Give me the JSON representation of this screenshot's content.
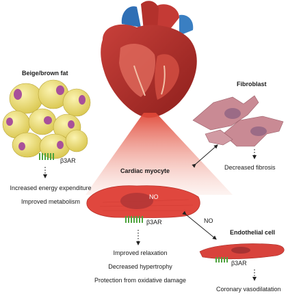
{
  "labels": {
    "fat_title": "Beige/brown fat",
    "fat_receptor": "β3AR",
    "fat_effects": [
      "Increased energy expenditure",
      "Improved metabolism"
    ],
    "fibroblast_title": "Fibroblast",
    "fibroblast_effect": "Decreased fibrosis",
    "myocyte_title": "Cardiac myocyte",
    "myocyte_no": "NO",
    "myocyte_receptor": "β3AR",
    "myocyte_effects": [
      "Improved relaxation",
      "Decreased hypertrophy",
      "Protection from oxidative damage"
    ],
    "arrow_no": "NO",
    "endothelial_title": "Endothelial cell",
    "endothelial_receptor": "β3AR",
    "endothelial_effect": "Coronary vasodilatation"
  },
  "colors": {
    "fat_cell": "#efe27a",
    "fat_nucleus": "#a8509a",
    "fibroblast": "#c98a94",
    "myocyte": "#e0473e",
    "myocyte_nucleus": "#b03636",
    "heart": "#b3312c",
    "receptor": "#4fa33e",
    "cone": "#e46a55"
  }
}
